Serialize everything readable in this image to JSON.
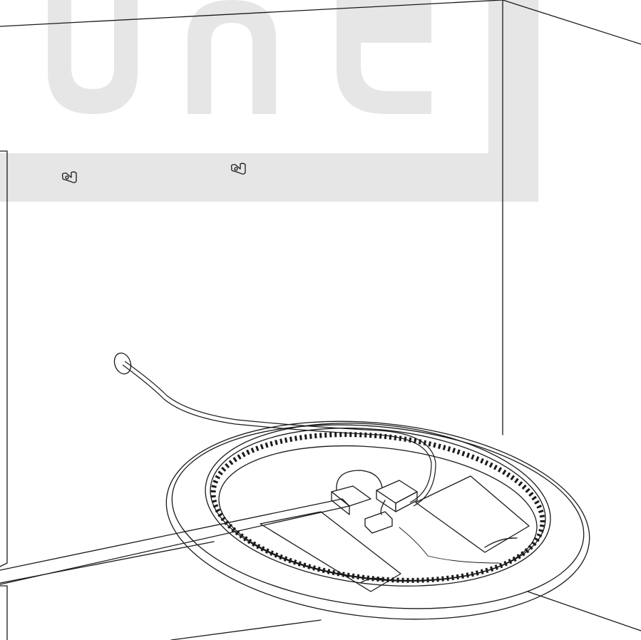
{
  "illustration": {
    "watermark_color": "#e6e6e6",
    "line_color": "#1a1a1a",
    "background_color": "#ffffff",
    "components": [
      "wall-corner",
      "cabinet-panel",
      "mounting-hooks",
      "round-mirror-back",
      "led-strip",
      "mounting-plates",
      "power-cable",
      "led-driver",
      "connector-block"
    ]
  }
}
